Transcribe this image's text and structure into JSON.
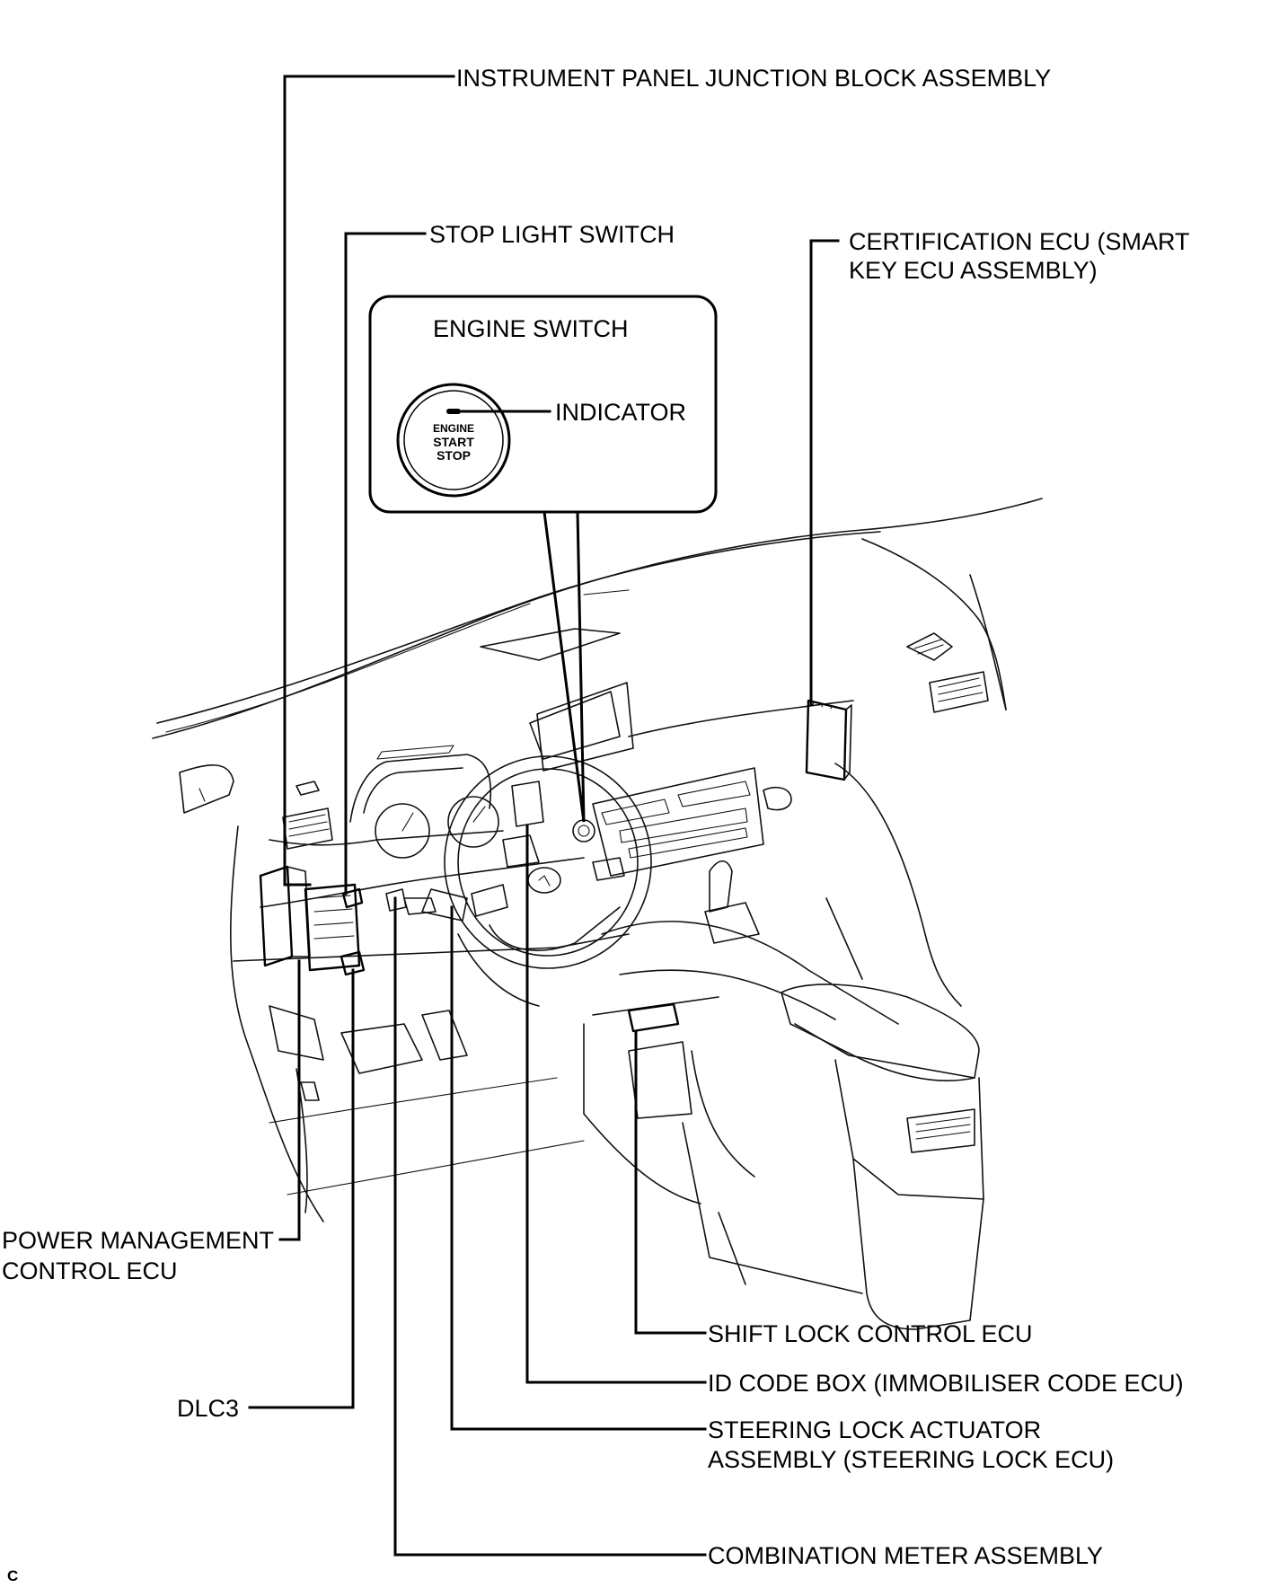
{
  "labels": {
    "instrument_panel_jb": "INSTRUMENT PANEL JUNCTION BLOCK ASSEMBLY",
    "stop_light_switch": "STOP LIGHT SWITCH",
    "certification_ecu_line1": "CERTIFICATION ECU (SMART",
    "certification_ecu_line2": "KEY ECU ASSEMBLY)",
    "engine_switch": "ENGINE SWITCH",
    "indicator": "INDICATOR",
    "button_line1": "ENGINE",
    "button_line2": "START",
    "button_line3": "STOP",
    "power_mgmt_line1": "POWER MANAGEMENT",
    "power_mgmt_line2": "CONTROL ECU",
    "dlc3": "DLC3",
    "shift_lock": "SHIFT LOCK CONTROL ECU",
    "id_code_box": "ID CODE BOX (IMMOBILISER CODE ECU)",
    "steering_lock_line1": "STEERING LOCK ACTUATOR",
    "steering_lock_line2": "ASSEMBLY (STEERING LOCK ECU)",
    "combination_meter": "COMBINATION METER ASSEMBLY",
    "corner_code": "C"
  }
}
